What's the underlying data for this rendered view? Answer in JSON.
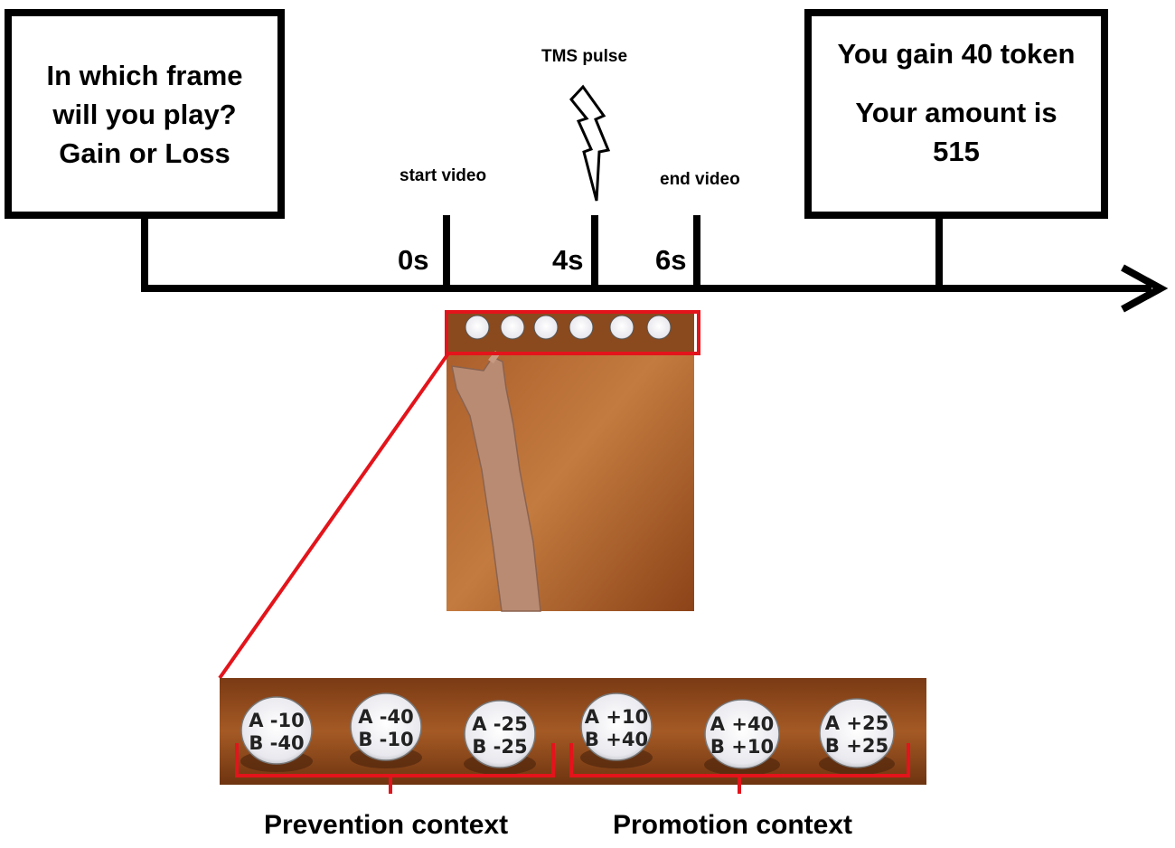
{
  "question_box": {
    "lines": [
      "In which frame",
      "will you play?",
      "Gain or Loss"
    ]
  },
  "feedback_box": {
    "line1": "You gain 40 token",
    "line2": "Your amount is",
    "line3": "515"
  },
  "events": {
    "tms": "TMS pulse",
    "start": "start video",
    "end": "end video"
  },
  "times": {
    "t0": "0s",
    "t4": "4s",
    "t6": "6s"
  },
  "buttons": [
    {
      "a": "A -10",
      "b": "B -40"
    },
    {
      "a": "A -40",
      "b": "B -10"
    },
    {
      "a": "A -25",
      "b": "B -25"
    },
    {
      "a": "A +10",
      "b": "B +40"
    },
    {
      "a": "A +40",
      "b": "B +10"
    },
    {
      "a": "A +25",
      "b": "B +25"
    }
  ],
  "contexts": {
    "prevention": "Prevention context",
    "promotion": "Promotion context"
  },
  "colors": {
    "highlight": "#e3141b",
    "wood": "#9a4d22",
    "wood_light": "#c27a3e"
  }
}
